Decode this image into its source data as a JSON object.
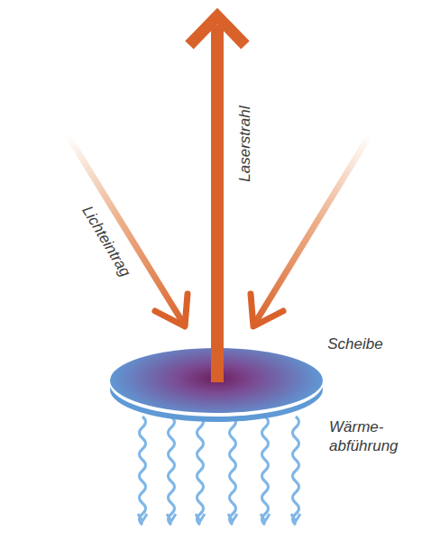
{
  "diagram": {
    "labels": [
      "Laserstrahl",
      "Lichteintrag",
      "Scheibe",
      "Wärme- abführung"
    ]
  }
}
